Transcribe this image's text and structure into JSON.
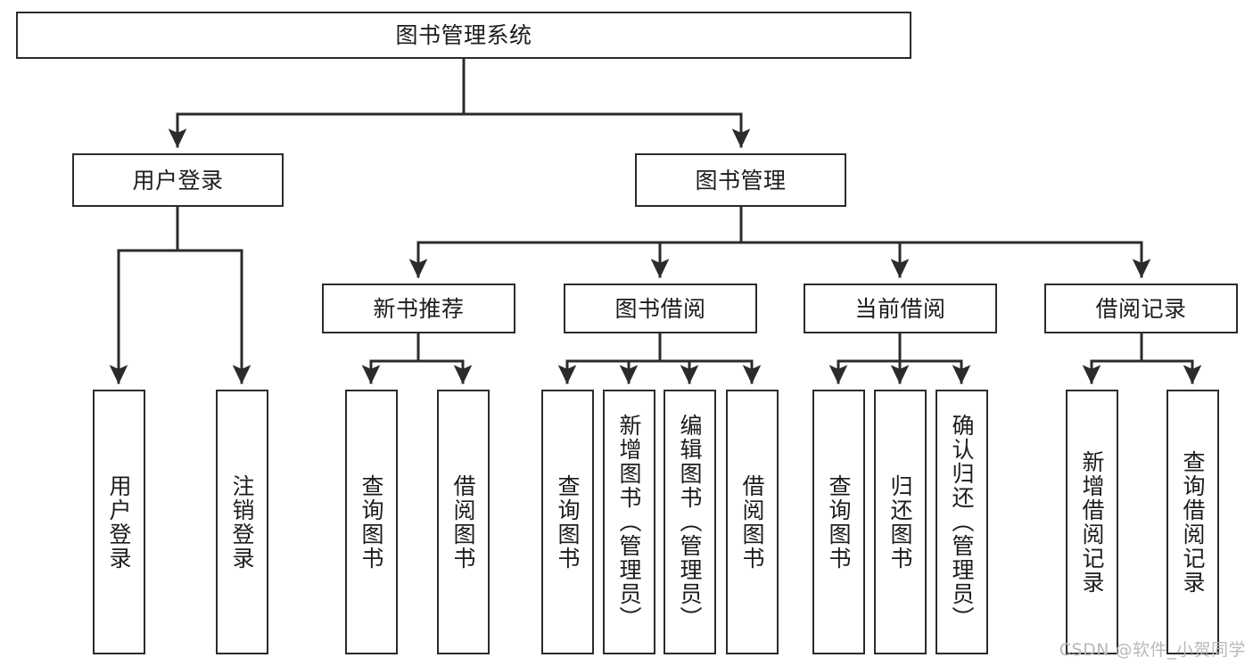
{
  "diagram": {
    "title": "图书管理系统",
    "type": "tree",
    "watermark": "CSDN @软件_小贺同学",
    "colors": {
      "box_border": "#2b2b2b",
      "box_fill": "#ffffff",
      "edge": "#2b2b2b",
      "text": "#1c1c1c",
      "watermark": "#b9b9b9"
    },
    "levels": {
      "root": "图书管理系统",
      "level2": [
        "用户登录",
        "图书管理"
      ],
      "level3": [
        "新书推荐",
        "图书借阅",
        "当前借阅",
        "借阅记录"
      ]
    },
    "nodes": {
      "root": {
        "label": "图书管理系统",
        "orientation": "horizontal"
      },
      "user_login": {
        "label": "用户登录",
        "orientation": "horizontal"
      },
      "book_mgmt": {
        "label": "图书管理",
        "orientation": "horizontal"
      },
      "new_book_rec": {
        "label": "新书推荐",
        "orientation": "horizontal"
      },
      "book_borrow": {
        "label": "图书借阅",
        "orientation": "horizontal"
      },
      "current_borrow": {
        "label": "当前借阅",
        "orientation": "horizontal"
      },
      "borrow_record": {
        "label": "借阅记录",
        "orientation": "horizontal"
      },
      "leaf_user_login": {
        "label": "用户登录",
        "orientation": "vertical"
      },
      "leaf_logout": {
        "label": "注销登录",
        "orientation": "vertical"
      },
      "leaf_query_book_1": {
        "label": "查询图书",
        "orientation": "vertical"
      },
      "leaf_borrow_book_1": {
        "label": "借阅图书",
        "orientation": "vertical"
      },
      "leaf_query_book_2": {
        "label": "查询图书",
        "orientation": "vertical"
      },
      "leaf_add_book": {
        "label": "新增图书（管理员）",
        "orientation": "vertical"
      },
      "leaf_edit_book": {
        "label": "编辑图书（管理员）",
        "orientation": "vertical"
      },
      "leaf_borrow_book_2": {
        "label": "借阅图书",
        "orientation": "vertical"
      },
      "leaf_query_book_3": {
        "label": "查询图书",
        "orientation": "vertical"
      },
      "leaf_return_book": {
        "label": "归还图书",
        "orientation": "vertical"
      },
      "leaf_confirm_return": {
        "label": "确认归还（管理员）",
        "orientation": "vertical"
      },
      "leaf_add_record": {
        "label": "新增借阅记录",
        "orientation": "vertical"
      },
      "leaf_query_record": {
        "label": "查询借阅记录",
        "orientation": "vertical"
      }
    },
    "edges": [
      {
        "from": "root",
        "to": "user_login"
      },
      {
        "from": "root",
        "to": "book_mgmt"
      },
      {
        "from": "user_login",
        "to": "leaf_user_login"
      },
      {
        "from": "user_login",
        "to": "leaf_logout"
      },
      {
        "from": "book_mgmt",
        "to": "new_book_rec"
      },
      {
        "from": "book_mgmt",
        "to": "book_borrow"
      },
      {
        "from": "book_mgmt",
        "to": "current_borrow"
      },
      {
        "from": "book_mgmt",
        "to": "borrow_record"
      },
      {
        "from": "new_book_rec",
        "to": "leaf_query_book_1"
      },
      {
        "from": "new_book_rec",
        "to": "leaf_borrow_book_1"
      },
      {
        "from": "book_borrow",
        "to": "leaf_query_book_2"
      },
      {
        "from": "book_borrow",
        "to": "leaf_add_book"
      },
      {
        "from": "book_borrow",
        "to": "leaf_edit_book"
      },
      {
        "from": "book_borrow",
        "to": "leaf_borrow_book_2"
      },
      {
        "from": "current_borrow",
        "to": "leaf_query_book_3"
      },
      {
        "from": "current_borrow",
        "to": "leaf_return_book"
      },
      {
        "from": "current_borrow",
        "to": "leaf_confirm_return"
      },
      {
        "from": "borrow_record",
        "to": "leaf_add_record"
      },
      {
        "from": "borrow_record",
        "to": "leaf_query_record"
      }
    ]
  }
}
